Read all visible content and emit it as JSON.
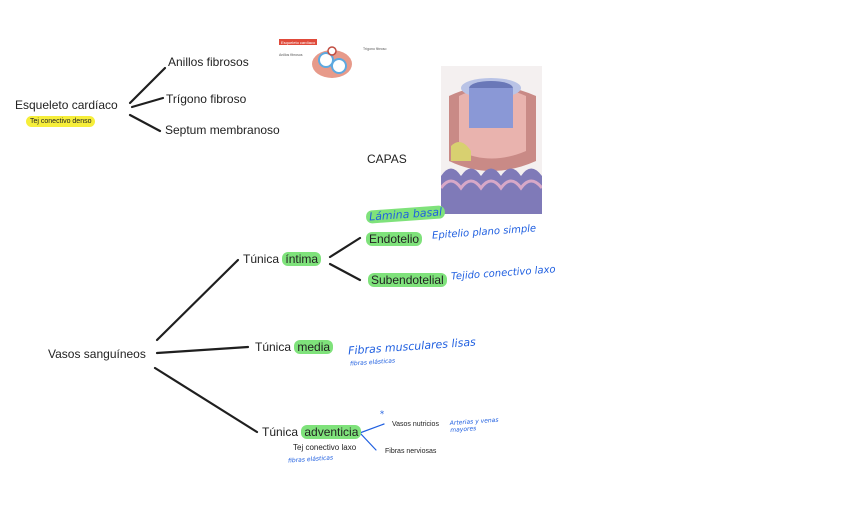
{
  "esqueleto": {
    "title": "Esqueleto cardíaco",
    "note": "Tej conectivo denso",
    "items": [
      "Anillos fibrosos",
      "Trígono fibroso",
      "Septum membranoso"
    ]
  },
  "figure_heart": {
    "banner": "Esqueleto cardíaco",
    "left_label": "Anillos fibrosos",
    "right_label": "Trígono fibroso"
  },
  "capas_label": "CAPAS",
  "vasos": {
    "title": "Vasos sanguíneos",
    "intima": {
      "prefix": "Túnica ",
      "word": "íntima",
      "lamina": "Lámina basal",
      "endotelio": "Endotelio",
      "endotelio_note": "Epitelio plano simple",
      "subendotelial": "Subendotelial",
      "subendotelial_note": "Tejido conectivo laxo"
    },
    "media": {
      "prefix": "Túnica ",
      "word": "media",
      "note": "Fibras musculares lisas",
      "note_small": "fibras elásticas"
    },
    "adventicia": {
      "prefix": "Túnica ",
      "word": "adventicia",
      "sub": "Tej conectivo laxo",
      "sub_note": "fibras elásticas",
      "vasos_nutricios": "Vasos nutricios",
      "vasos_note": "Arterias y venas mayores",
      "fibras_nerviosas": "Fibras nerviosas",
      "marker": "*"
    }
  },
  "colors": {
    "ink": "#1f1f1f",
    "pen_blue": "#1f5fe0",
    "hl_green": "#7fe27b",
    "hl_yellow": "#f6ee3a"
  }
}
